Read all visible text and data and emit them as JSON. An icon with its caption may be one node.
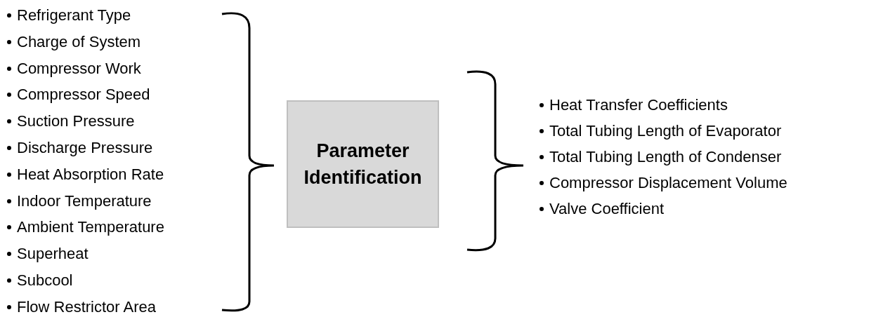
{
  "diagram": {
    "nodes": [
      {
        "text": [
          "Parameter Identification"
        ]
      }
    ],
    "labels": [
      "Refrigerant Type",
      "Charge of System",
      "Compressor Work",
      "Compressor Speed",
      "Suction Pressure",
      "Discharge Pressure",
      "Heat Absorption Rate",
      "Indoor Temperature",
      "Ambient Temperature",
      "Superheat",
      "Subcool",
      "Flow Restrictor Area",
      "Heat Transfer Coefficients",
      "Total Tubing Length of Evaporator",
      "Total Tubing Length of Condenser",
      "Compressor Displacement Volume",
      "Valve Coefficient"
    ]
  }
}
